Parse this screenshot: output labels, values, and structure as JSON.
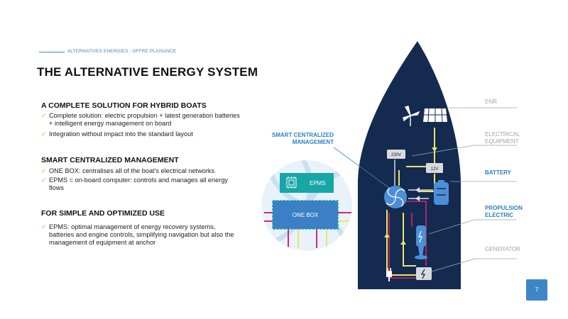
{
  "kicker": "ALTERNATIVES ENERGIES - OFFRE PLAISANCE",
  "title": "THE ALTERNATIVE ENERGY SYSTEM",
  "sections": [
    {
      "heading": "A COMPLETE SOLUTION FOR HYBRID BOATS",
      "bullets": [
        "Complete solution: electric propulsion + latest generation batteries + intelligent energy management on board",
        "Integration without impact into the standard layout"
      ]
    },
    {
      "heading": "SMART CENTRALIZED MANAGEMENT",
      "bullets": [
        "ONE BOX: centralises all of the boat's electrical networks",
        "EPMS = on-board computer: controls and manages all energy flows"
      ]
    },
    {
      "heading": "FOR SIMPLE AND OPTIMIZED USE",
      "bullets": [
        "EPMS: optimal management of energy recovery systems, batteries and engine controls, simplifying navigation but also the management of equipment at anchor"
      ]
    }
  ],
  "diagram": {
    "callout_smart": "SMART CENTRALIZED MANAGEMENT",
    "epms_label": "EPMS",
    "onebox_label": "ONE BOX",
    "v230_label": "230V",
    "v12_label": "12V",
    "side_labels": {
      "enr": "ENR",
      "electrical": "ELECTRICAL EQUIPMENT",
      "battery": "BATTERY",
      "propulsion": "PROPULSION ELECTRIC",
      "generator": "GENERATOR"
    }
  },
  "page_number": "7",
  "colors": {
    "accent_blue": "#3b86c6",
    "hull_navy": "#152a4f",
    "line_yellow": "#e9e46b",
    "line_magenta": "#d6266f",
    "teal": "#17a6a6",
    "check_yellow": "#d7b730"
  }
}
